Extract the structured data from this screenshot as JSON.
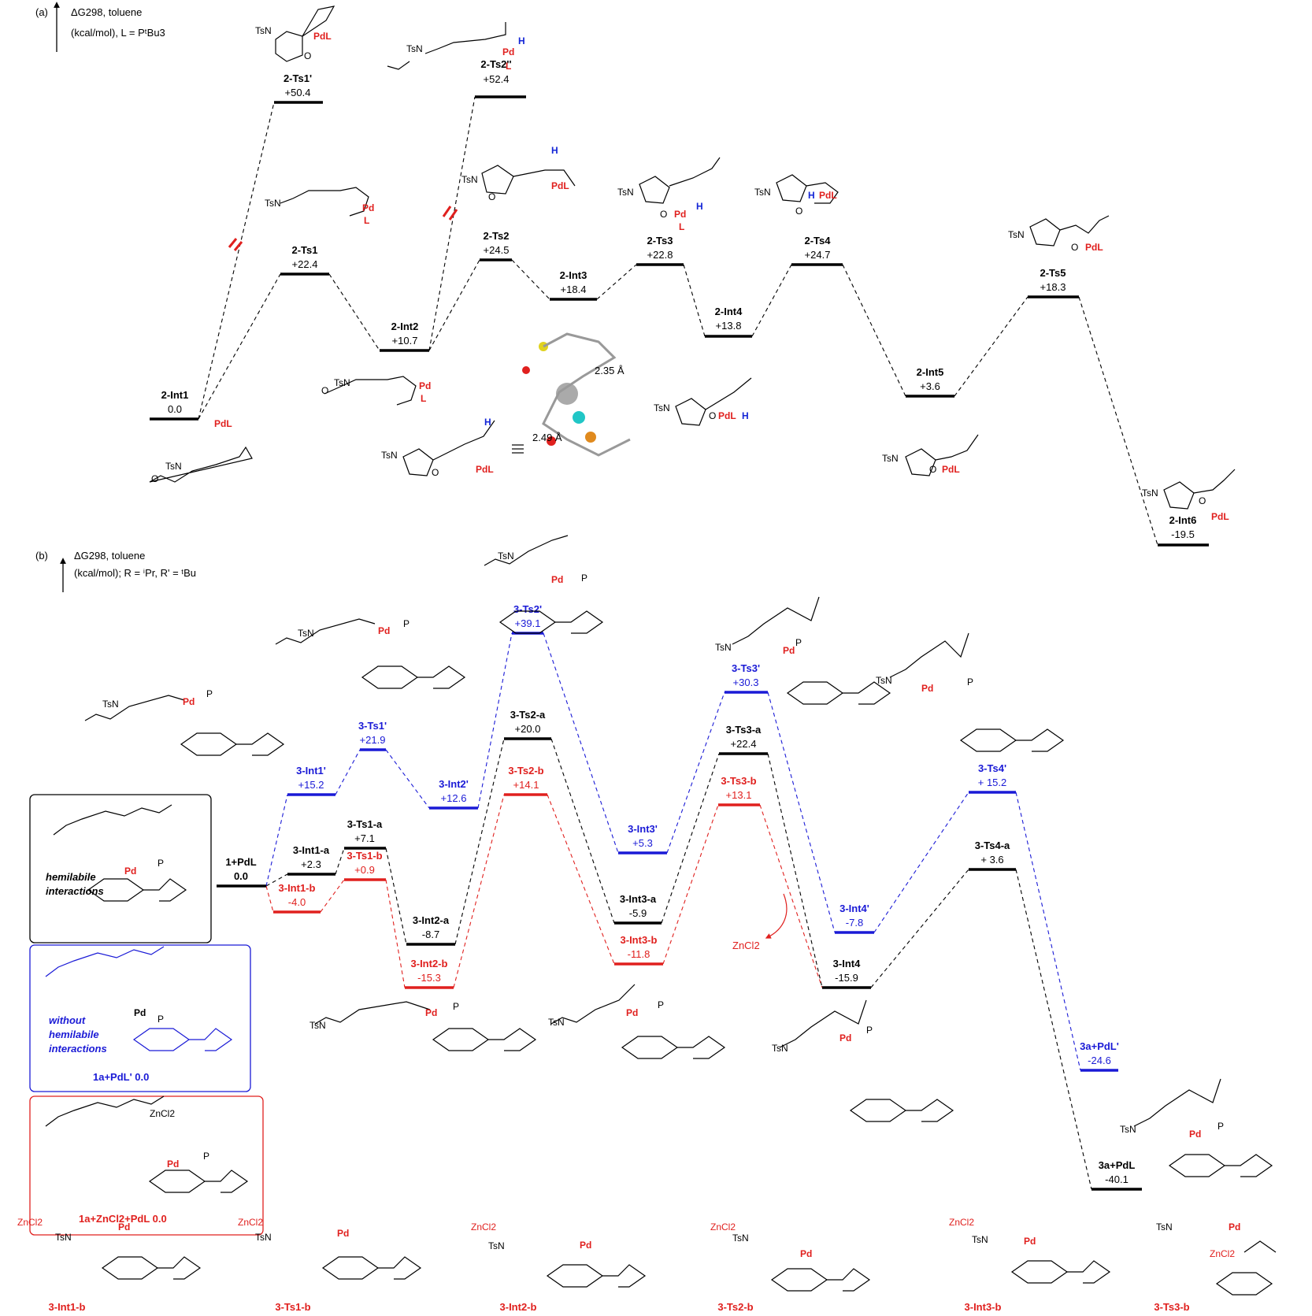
{
  "panel_a": {
    "tag": "(a)",
    "axis_label_1": "ΔG298, toluene",
    "axis_label_2": "(kcal/mol), L = PᵗBu3",
    "states": [
      {
        "name": "2-Int1",
        "value": "0.0"
      },
      {
        "name": "2-Ts1'",
        "value": "+50.4"
      },
      {
        "name": "2-Ts1",
        "value": "+22.4"
      },
      {
        "name": "2-Int2",
        "value": "+10.7"
      },
      {
        "name": "2-Ts2''",
        "value": "+52.4"
      },
      {
        "name": "2-Ts2",
        "value": "+24.5"
      },
      {
        "name": "2-Int3",
        "value": "+18.4"
      },
      {
        "name": "2-Ts3",
        "value": "+22.8"
      },
      {
        "name": "2-Int4",
        "value": "+13.8"
      },
      {
        "name": "2-Ts4",
        "value": "+24.7"
      },
      {
        "name": "2-Int5",
        "value": "+3.6"
      },
      {
        "name": "2-Ts5",
        "value": "+18.3"
      },
      {
        "name": "2-Int6",
        "value": "-19.5"
      }
    ],
    "distances": [
      "2.35 Å",
      "2.49 Å"
    ]
  },
  "panel_b": {
    "tag": "(b)",
    "axis_label_1": "ΔG298, toluene",
    "axis_label_2": "(kcal/mol);  R = ⁱPr, R' = ᵗBu",
    "start": {
      "name": "1+PdL",
      "value": "0.0"
    },
    "black": [
      {
        "name": "3-Int1-a",
        "value": "+2.3"
      },
      {
        "name": "3-Ts1-a",
        "value": "+7.1"
      },
      {
        "name": "3-Int2-a",
        "value": "-8.7"
      },
      {
        "name": "3-Ts2-a",
        "value": "+20.0"
      },
      {
        "name": "3-Int3-a",
        "value": "-5.9"
      },
      {
        "name": "3-Ts3-a",
        "value": "+22.4"
      },
      {
        "name": "3-Int4",
        "value": "-15.9"
      },
      {
        "name": "3-Ts4-a",
        "value": "+ 3.6"
      },
      {
        "name": "3a+PdL",
        "value": "-40.1"
      }
    ],
    "blue": [
      {
        "name": "3-Int1'",
        "value": "+15.2"
      },
      {
        "name": "3-Ts1'",
        "value": "+21.9"
      },
      {
        "name": "3-Int2'",
        "value": "+12.6"
      },
      {
        "name": "3-Ts2'",
        "value": "+39.1"
      },
      {
        "name": "3-Int3'",
        "value": "+5.3"
      },
      {
        "name": "3-Ts3'",
        "value": "+30.3"
      },
      {
        "name": "3-Int4'",
        "value": "-7.8"
      },
      {
        "name": "3-Ts4'",
        "value": "+ 15.2"
      },
      {
        "name": "3a+PdL'",
        "value": "-24.6"
      }
    ],
    "red": [
      {
        "name": "3-Int1-b",
        "value": "-4.0"
      },
      {
        "name": "3-Ts1-b",
        "value": "+0.9"
      },
      {
        "name": "3-Int2-b",
        "value": "-15.3"
      },
      {
        "name": "3-Ts2-b",
        "value": "+14.1"
      },
      {
        "name": "3-Int3-b",
        "value": "-11.8"
      },
      {
        "name": "3-Ts3-b",
        "value": "+13.1"
      }
    ],
    "zncl2_label": "ZnCl2",
    "legend": {
      "black_caption_1": "hemilabile",
      "black_caption_2": "interactions",
      "blue_caption_1": "without",
      "blue_caption_2": "hemilabile",
      "blue_caption_3": "interactions",
      "blue_caption_4": "1a+PdL' 0.0",
      "red_caption": "1a+ZnCl2+PdL 0.0"
    },
    "bottom_labels": [
      "3-Int1-b",
      "3-Ts1-b",
      "3-Int2-b",
      "3-Ts2-b",
      "3-Int3-b",
      "3-Ts3-b"
    ]
  },
  "colors": {
    "black": "#000000",
    "blue": "#1a1ad6",
    "red": "#e0201e"
  }
}
